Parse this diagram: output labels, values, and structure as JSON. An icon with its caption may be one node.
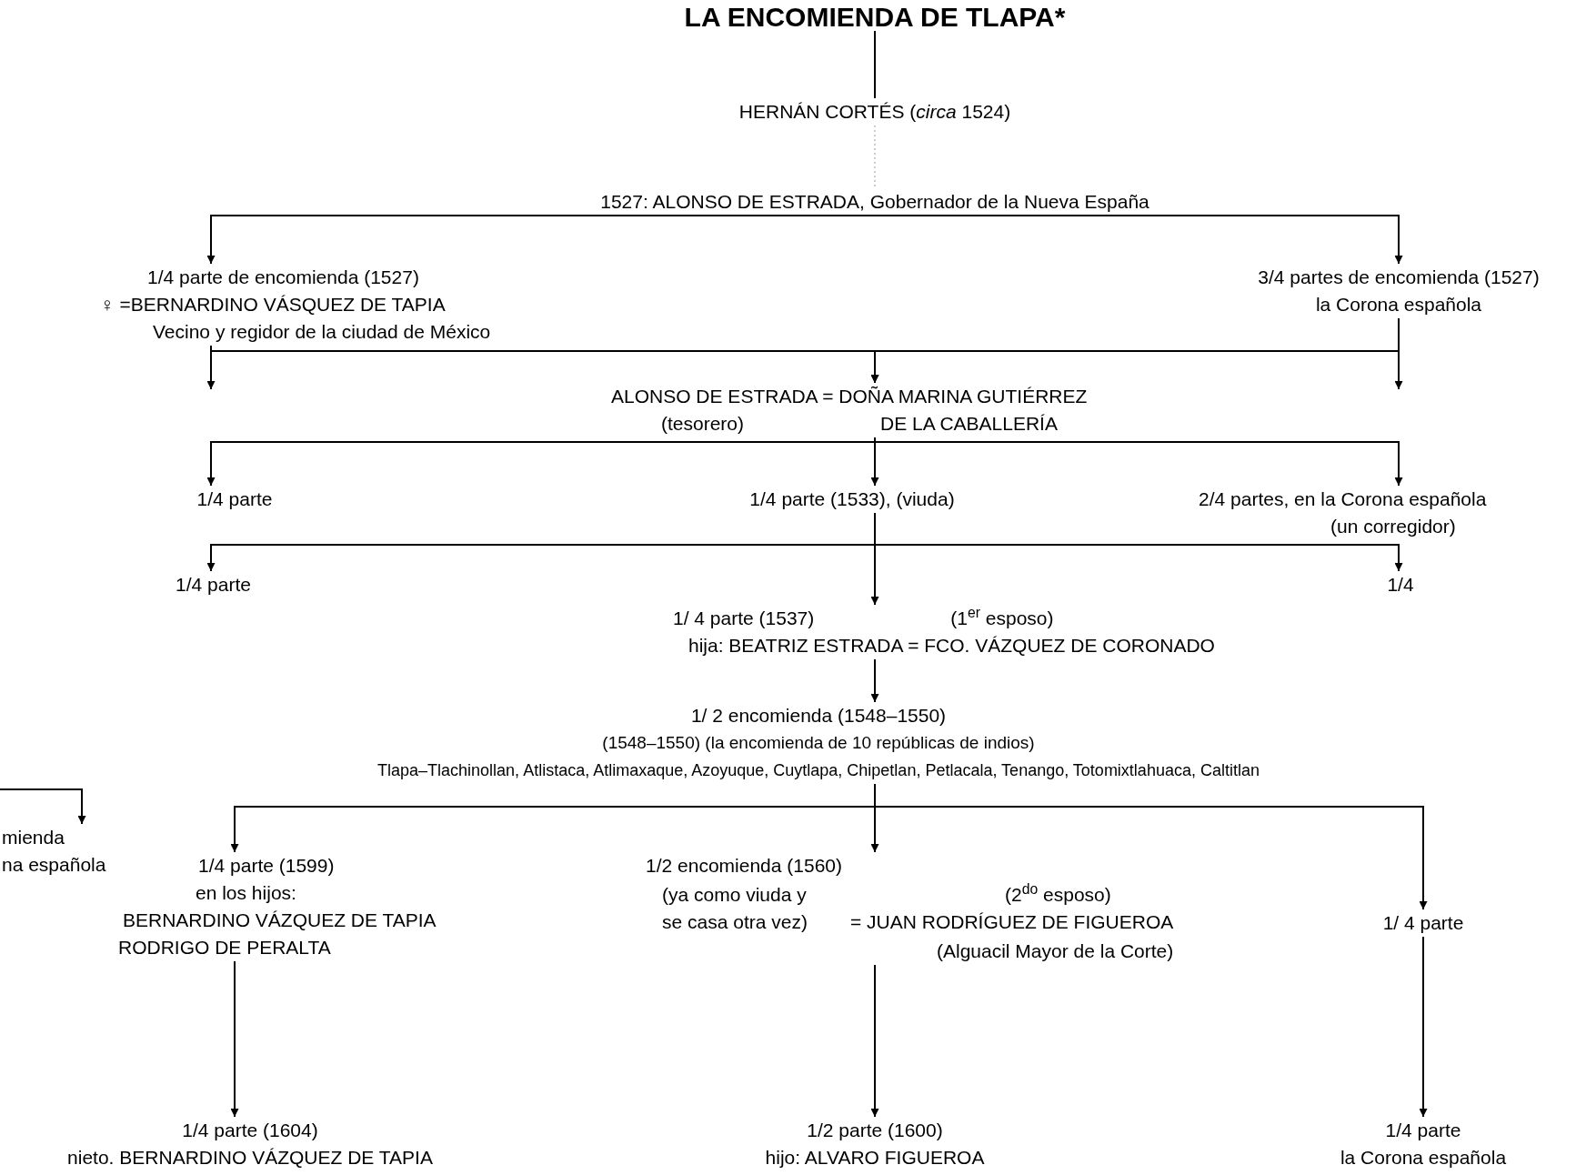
{
  "diagram": {
    "nodes": [
      {
        "text": [
          "LA ENCOMIENDA DE TLAPA*"
        ]
      },
      {
        "text": [
          "HERNÁN CORTÉS (*circa* 1524)"
        ]
      },
      {
        "text": [
          "1527: ALONSO DE ESTRADA, Gobernador de la Nueva España"
        ]
      },
      {
        "text": [
          "1/4 parte de encomienda (1527)",
          "♀ =BERNARDINO VÁSQUEZ DE TAPIA",
          "Vecino y regidor de la ciudad de México"
        ]
      },
      {
        "text": [
          "3/4 partes de encomienda (1527)",
          "la Corona española"
        ]
      },
      {
        "text": [
          "ALONSO DE ESTRADA = DOÑA MARINA GUTIÉRREZ",
          "(tesorero)",
          "DE LA CABALLERÍA"
        ]
      },
      {
        "text": [
          "1/4 parte"
        ]
      },
      {
        "text": [
          "1/4 parte (1533), (viuda)"
        ]
      },
      {
        "text": [
          "2/4 partes, en la Corona española",
          "(un corregidor)"
        ]
      },
      {
        "text": [
          "1/4 parte"
        ]
      },
      {
        "text": [
          "1/4"
        ]
      },
      {
        "text": [
          "1/ 4 parte (1537)",
          "(1$^{er}$ esposo)",
          "hija: BEATRIZ ESTRADA = FCO. VÁZQUEZ DE CORONADO"
        ]
      },
      {
        "text": [
          "1/ 2 encomienda (1548–1550)",
          "(1548–1550) (la encomienda de 10 repúblicas de indios)",
          "Tlapa–Tlachinollan, Atlistaca, Atlimaxaque, Azoyuque, Cuytlapa, Chipetlan, Petlacala, Tenango, Totomixtlahuaca, Caltitlan"
        ]
      },
      {
        "text": [
          "mienda",
          "na española"
        ]
      },
      {
        "text": [
          "1/4 parte (1599)",
          "en los hijos:",
          "BERNARDINO VÁZQUEZ DE TAPIA",
          "RODRIGO DE PERALTA"
        ]
      },
      {
        "text": [
          "1/2 encomienda (1560)",
          "(ya como viuda y se casa otra vez)",
          "(2$^{do}$ esposo)",
          "= JUAN RODRÍGUEZ DE FIGUEROA",
          "(Alguacil Mayor de la Corte)"
        ]
      },
      {
        "text": [
          "1/ 4 parte"
        ]
      },
      {
        "text": [
          "1/4 parte (1604)",
          "nieto. BERNARDINO VÁZQUEZ DE TAPIA"
        ]
      },
      {
        "text": [
          "1/2 parte (1600)",
          "hijo: ALVARO FIGUEROA"
        ]
      },
      {
        "text": [
          "1/4 parte",
          "la Corona española"
        ]
      }
    ],
    "edges": [
      {
        "from": 0,
        "to": 1,
        "arrow": "none"
      },
      {
        "from": 1,
        "to": 2,
        "arrow": "none",
        "style": "dashed",
        "color": "#999999"
      },
      {
        "from": 2,
        "to": 3,
        "arrow": "to"
      },
      {
        "from": 2,
        "to": 4,
        "arrow": "to"
      },
      {
        "from": 3,
        "to": 5,
        "arrow": "to"
      },
      {
        "from": 4,
        "to": 5,
        "arrow": "to"
      },
      {
        "from": 3,
        "to": null,
        "arrow": "to"
      },
      {
        "from": 4,
        "to": null,
        "arrow": "to"
      },
      {
        "from": 5,
        "to": 6,
        "arrow": "to"
      },
      {
        "from": 5,
        "to": 7,
        "arrow": "to"
      },
      {
        "from": 5,
        "to": 8,
        "arrow": "to"
      },
      {
        "from": 7,
        "to": 9,
        "arrow": "to"
      },
      {
        "from": 7,
        "to": 10,
        "arrow": "to"
      },
      {
        "from": 7,
        "to": 11,
        "arrow": "to"
      },
      {
        "from": 11,
        "to": 12,
        "arrow": "to"
      },
      {
        "from": null,
        "to": 13,
        "arrow": "to"
      },
      {
        "from": 12,
        "to": 14,
        "arrow": "to"
      },
      {
        "from": 12,
        "to": 15,
        "arrow": "to"
      },
      {
        "from": 12,
        "to": 16,
        "arrow": "to"
      },
      {
        "from": 14,
        "to": 17,
        "arrow": "to"
      },
      {
        "from": 15,
        "to": 18,
        "arrow": "to"
      },
      {
        "from": 16,
        "to": 19,
        "arrow": "to"
      }
    ]
  }
}
